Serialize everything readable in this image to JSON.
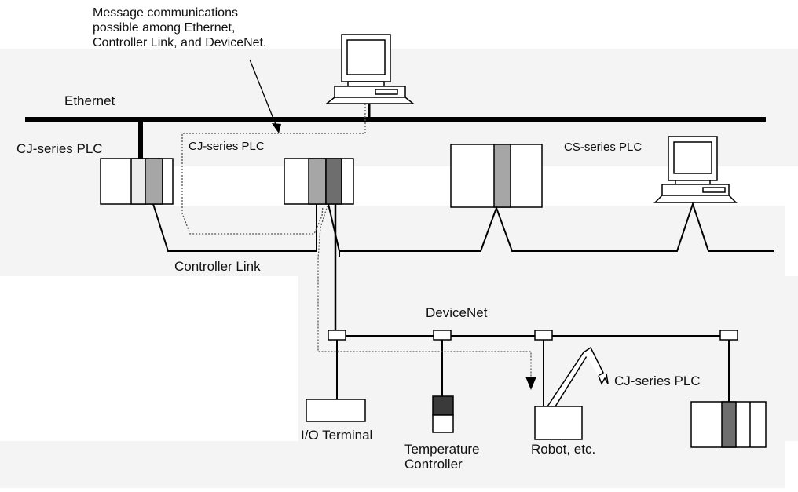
{
  "note": {
    "lines": [
      "Message communications",
      "possible among Ethernet,",
      "Controller Link, and DeviceNet."
    ]
  },
  "networks": {
    "ethernet": "Ethernet",
    "controller_link": "Controller Link",
    "devicenet": "DeviceNet"
  },
  "plcs": {
    "cj_left": "CJ-series PLC",
    "cj_center": "CJ-series PLC",
    "cs": "CS-series PLC",
    "cj_right": "CJ-series PLC"
  },
  "devices": {
    "io_terminal": "I/O Terminal",
    "temperature_controller": [
      "Temperature",
      "Controller"
    ],
    "robot": "Robot, etc."
  },
  "colors": {
    "line": "#000000",
    "unit_light": "#d9d9d9",
    "unit_mid": "#a6a6a6",
    "unit_dark": "#6e6e6e",
    "background_panel": "#f4f4f4"
  }
}
